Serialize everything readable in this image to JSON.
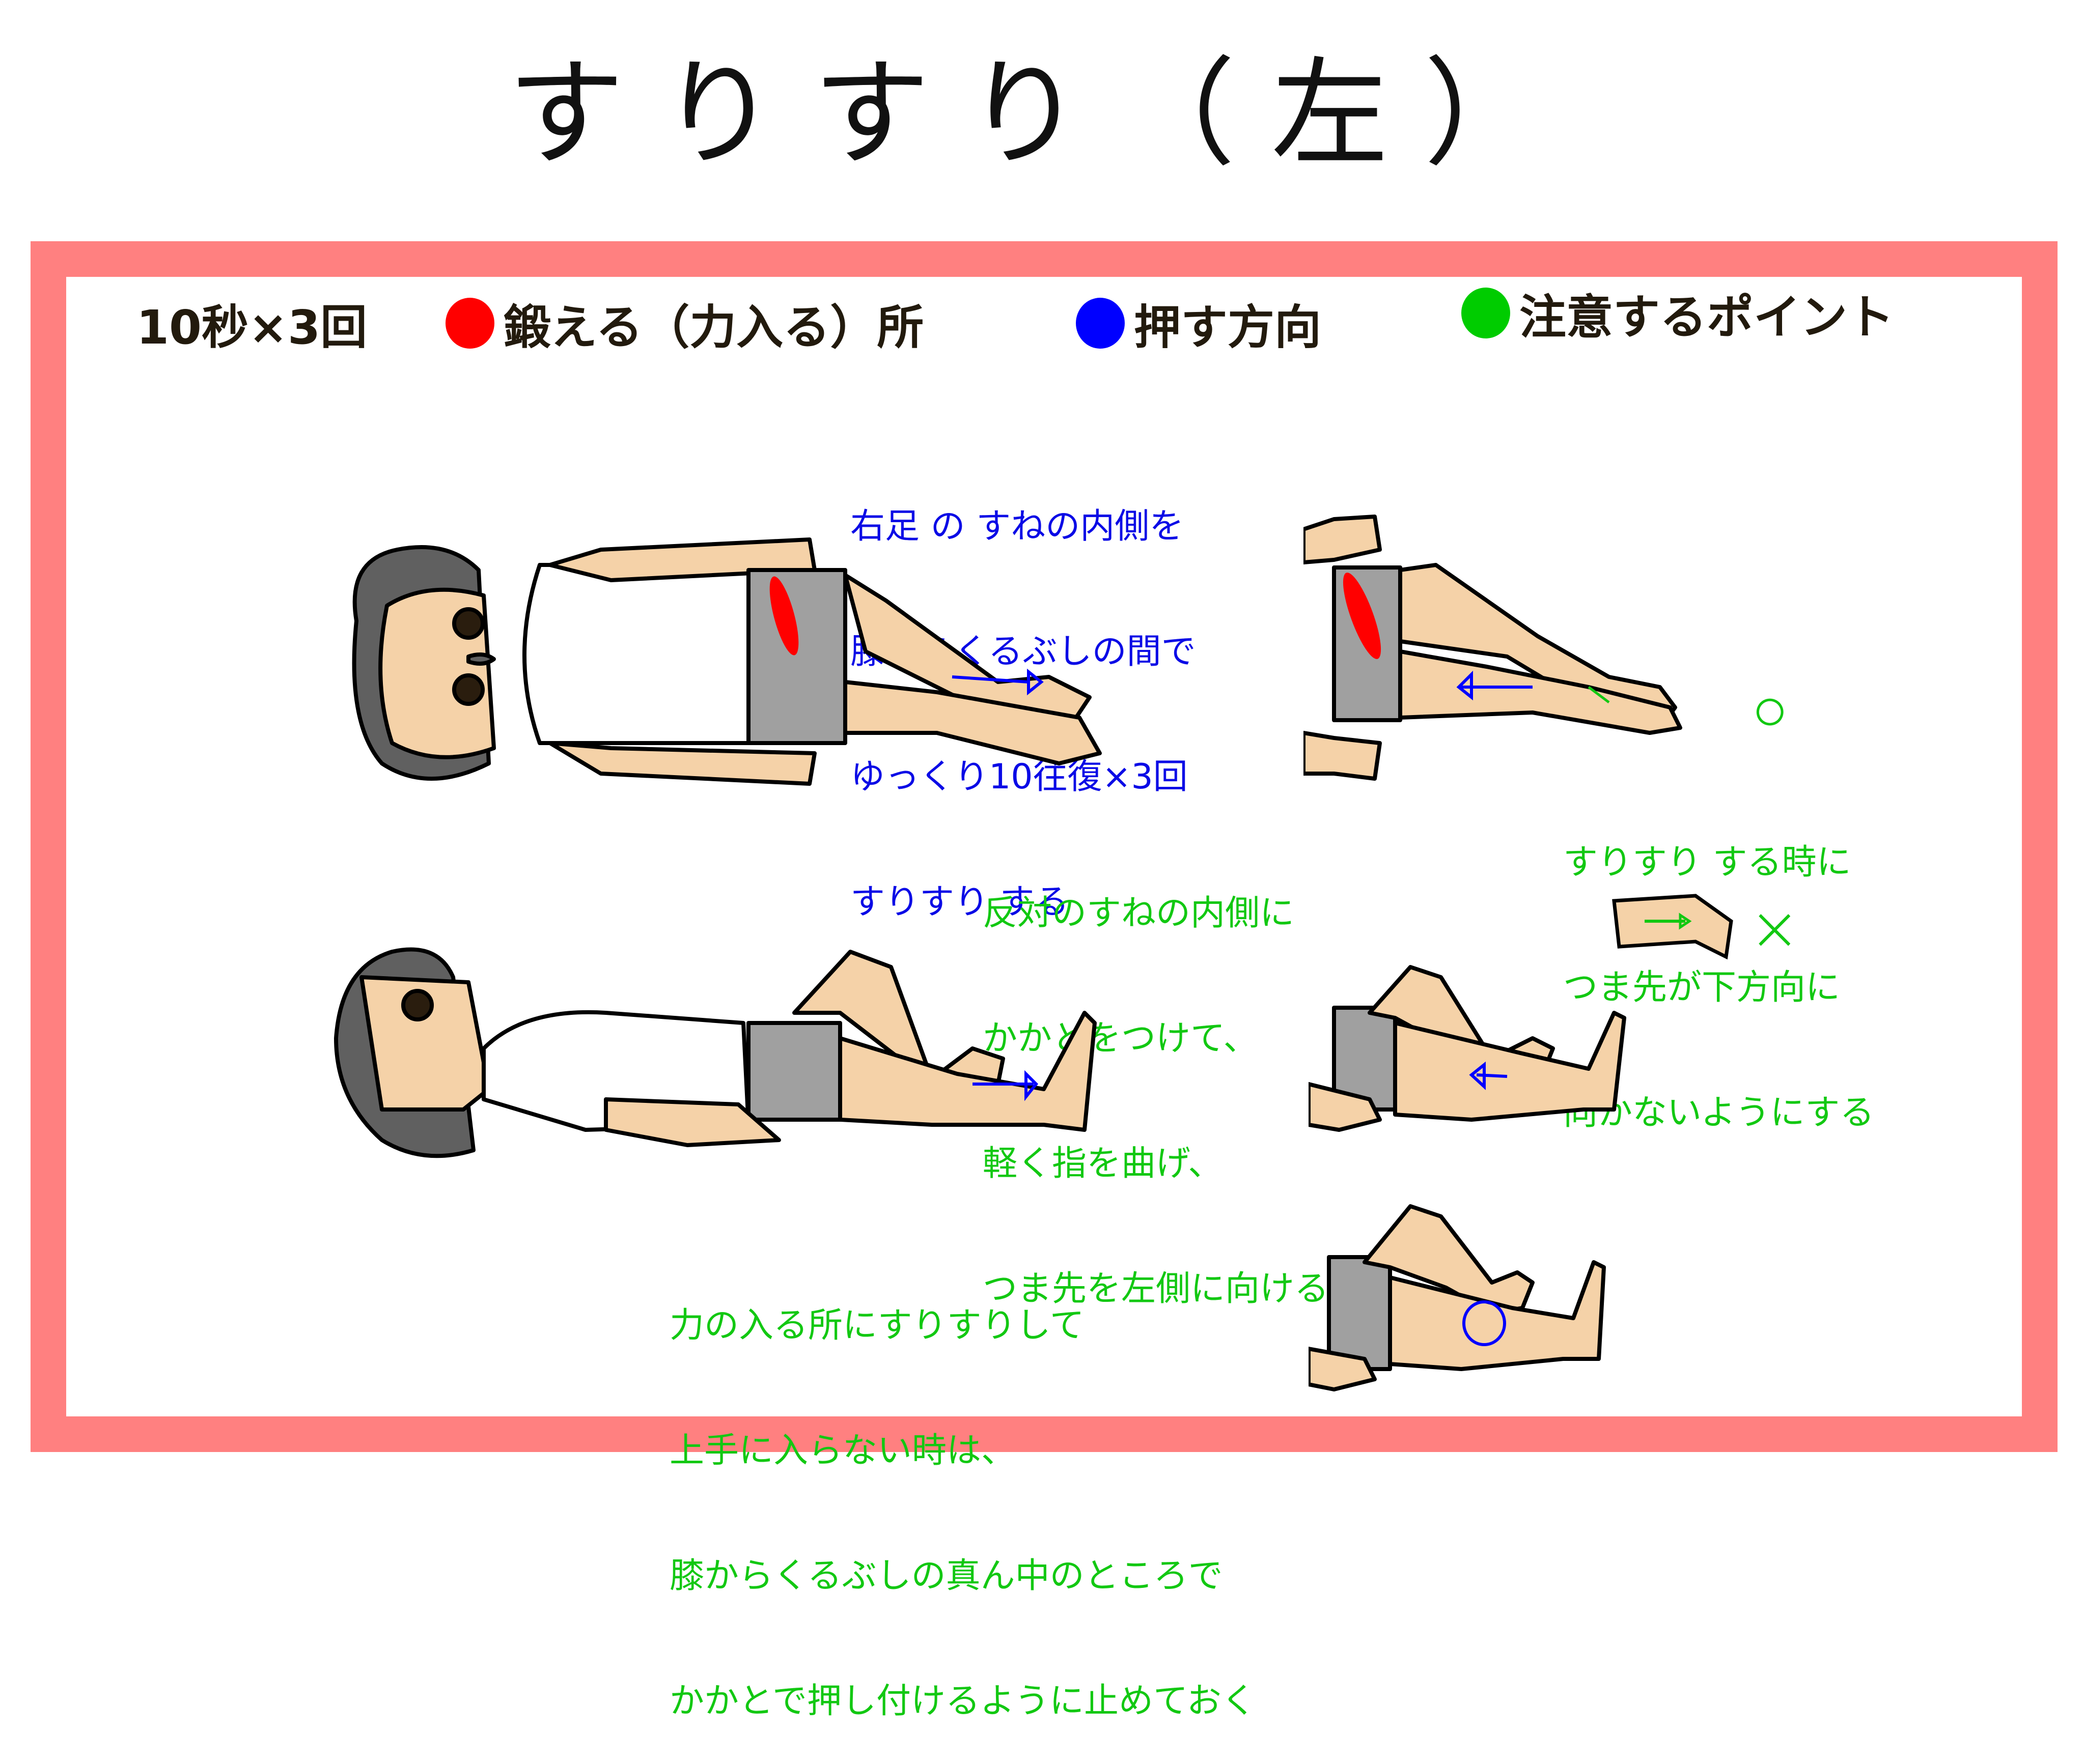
{
  "title": "すりすり（左）",
  "colors": {
    "frame": "#FF8080",
    "muscle_red": "#FF0000",
    "direction_blue": "#0000FF",
    "caution_green": "#00CC00",
    "skin": "#F5D2A8",
    "shorts": "#A0A0A0",
    "hair": "#606060",
    "legend_text": "#221A0D"
  },
  "legend": {
    "reps": "10秒×3回",
    "items": [
      {
        "color": "#FF0000",
        "label": "鍛える（力入る）所"
      },
      {
        "color": "#0000FF",
        "label": "押す方向"
      },
      {
        "color": "#00CC00",
        "label": "注意するポイント"
      }
    ]
  },
  "notes": {
    "top_instruction": {
      "color": "blue",
      "lines": [
        "右足 の すねの内側を",
        "膝からくるぶしの間で",
        "ゆっくり10往復×3回",
        "すりすり する"
      ]
    },
    "toe_caution": {
      "color": "green",
      "lines": [
        "すりすり する時に",
        "つま先が下方向に",
        "向かないようにする"
      ]
    },
    "heel_placement": {
      "color": "green",
      "lines": [
        "反対のすねの内側に",
        "かかとをつけて、",
        "軽く指を曲げ、",
        "つま先を左側に向ける"
      ]
    },
    "tip": {
      "color": "green",
      "lines": [
        "力の入る所にすりすりして",
        "上手に入らない時は、",
        "膝からくるぶしの真ん中のところで",
        "かかとで押し付けるように止めておく"
      ]
    }
  },
  "marks": {
    "good": "○",
    "bad": "×"
  },
  "figures": [
    {
      "id": "top-view-full",
      "desc": "overhead view of person lying down, left leg sliding along right shin, red muscle highlight on inner thigh, blue arrow toward foot"
    },
    {
      "id": "top-view-closeup",
      "desc": "close-up of hips and legs from above, blue arrow toward knee, green arrow on foot"
    },
    {
      "id": "foot-bad",
      "desc": "foot with toes pointing downward, green arrow"
    },
    {
      "id": "side-view-full",
      "desc": "side view of person lying down with knee bent, blue arrow toward foot"
    },
    {
      "id": "side-view-closeup",
      "desc": "side close-up of legs, blue arrow toward knee"
    },
    {
      "id": "side-view-hold",
      "desc": "side close-up of legs, blue circle marking mid-shin"
    }
  ]
}
